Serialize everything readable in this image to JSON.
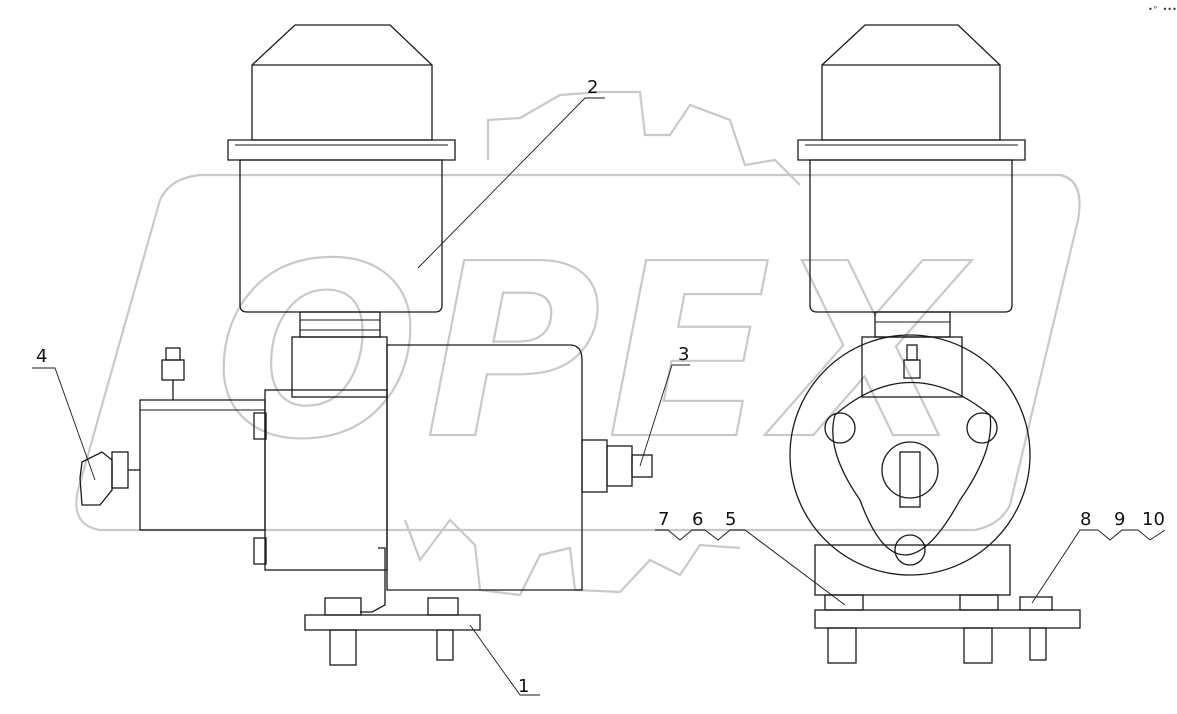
{
  "watermark": {
    "text": "OPEX"
  },
  "corner_mark": "•° •••",
  "callouts": [
    {
      "id": "1",
      "text": "1"
    },
    {
      "id": "2",
      "text": "2"
    },
    {
      "id": "3",
      "text": "3"
    },
    {
      "id": "4",
      "text": "4"
    },
    {
      "id": "5",
      "text": "5"
    },
    {
      "id": "6",
      "text": "6"
    },
    {
      "id": "7",
      "text": "7"
    },
    {
      "id": "8",
      "text": "8"
    },
    {
      "id": "9",
      "text": "9"
    },
    {
      "id": "10",
      "text": "10"
    }
  ]
}
